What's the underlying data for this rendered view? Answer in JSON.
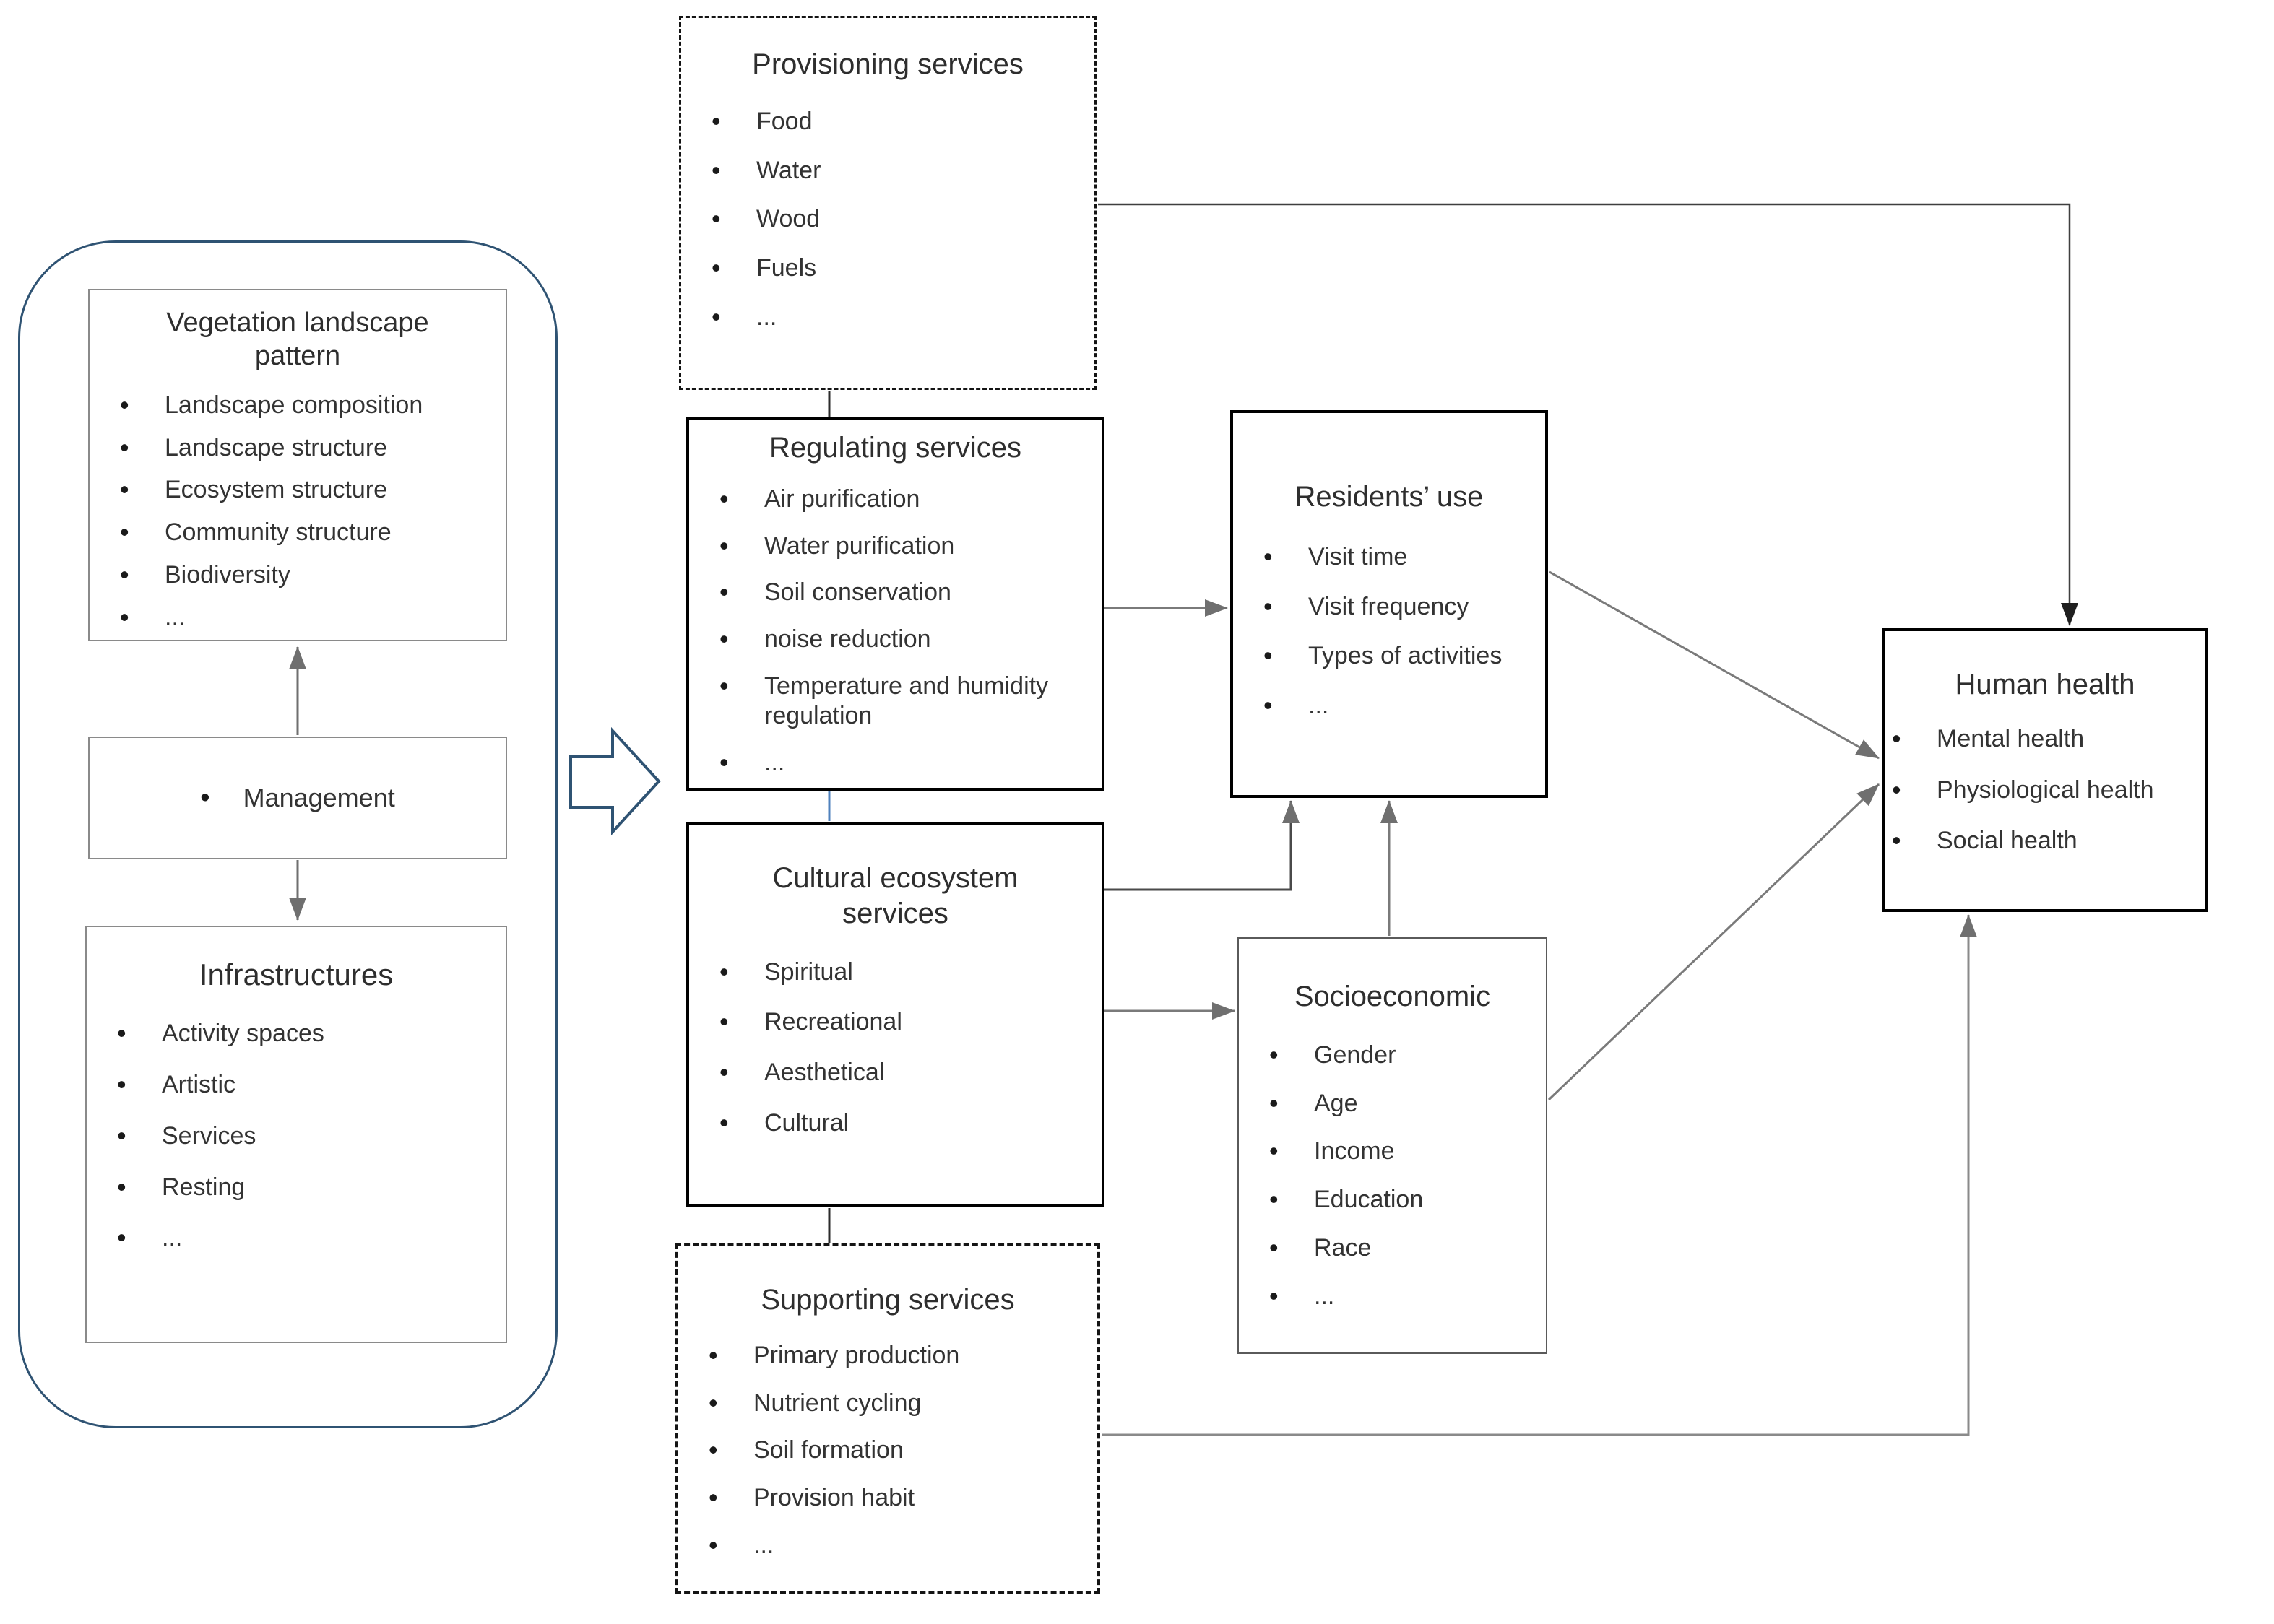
{
  "left_panel": {
    "vegetation": {
      "title": "Vegetation landscape pattern",
      "items": [
        "Landscape composition",
        "Landscape structure",
        "Ecosystem structure",
        "Community structure",
        "Biodiversity",
        "..."
      ]
    },
    "management": {
      "label": "Management"
    },
    "infrastructures": {
      "title": "Infrastructures",
      "items": [
        "Activity spaces",
        "Artistic",
        "Services",
        "Resting",
        "..."
      ]
    }
  },
  "services": {
    "provisioning": {
      "title": "Provisioning services",
      "items": [
        "Food",
        "Water",
        "Wood",
        "Fuels",
        "..."
      ]
    },
    "regulating": {
      "title": "Regulating services",
      "items": [
        "Air purification",
        "Water purification",
        "Soil conservation",
        "noise reduction",
        "Temperature and humidity regulation",
        "..."
      ]
    },
    "cultural": {
      "title": "Cultural ecosystem services",
      "items": [
        "Spiritual",
        "Recreational",
        "Aesthetical",
        "Cultural"
      ]
    },
    "supporting": {
      "title": "Supporting services",
      "items": [
        "Primary production",
        "Nutrient cycling",
        "Soil formation",
        "Provision habit",
        "..."
      ]
    }
  },
  "mediators": {
    "residents_use": {
      "title": "Residents’ use",
      "items": [
        "Visit time",
        "Visit frequency",
        "Types of activities",
        "..."
      ]
    },
    "socioeconomic": {
      "title": "Socioeconomic",
      "items": [
        "Gender",
        "Age",
        "Income",
        "Education",
        "Race",
        "..."
      ]
    }
  },
  "outcome": {
    "human_health": {
      "title": "Human health",
      "items": [
        "Mental health",
        "Physiological health",
        "Social health"
      ]
    }
  },
  "colors": {
    "group_border": "#2f5373",
    "flow_arrow_outline": "#2f5373",
    "box_border_thick": "#000000",
    "box_border_thin": "#8a8a8a",
    "connector_gray": "#6f6f6f",
    "connector_dark": "#2b2b2b",
    "regulating_cultural_link": "#4f81bd",
    "text": "#303030"
  }
}
